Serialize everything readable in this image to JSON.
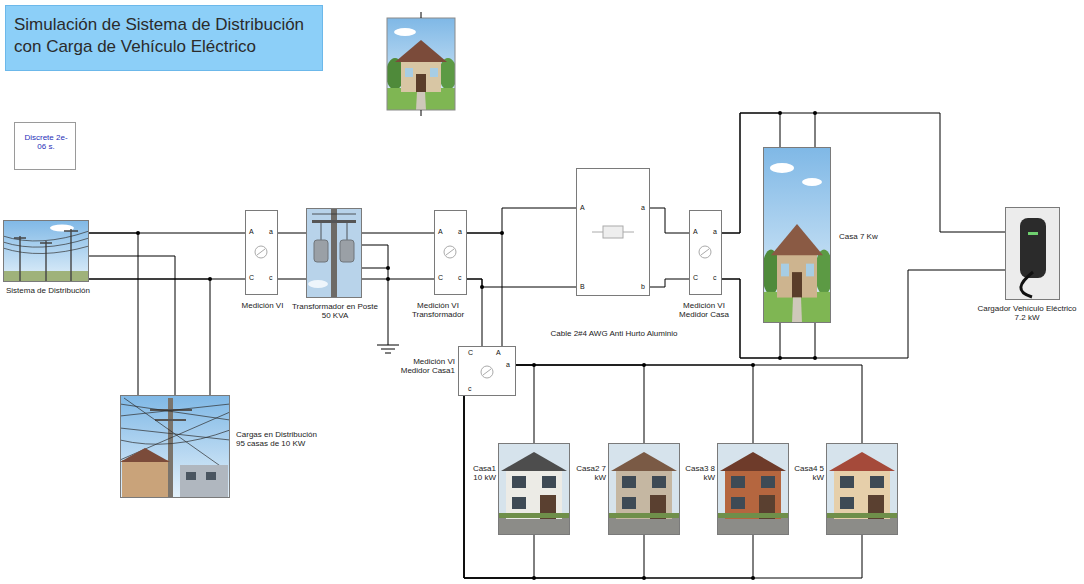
{
  "diagram": {
    "title": "Simulación de Sistema de Distribución con Carga de Vehículo Eléctrico",
    "nodes": [
      {
        "text": [
          "Discrete 2e-06 s."
        ]
      },
      {
        "text": [
          "Sistema de Distribución"
        ]
      },
      {
        "text": [
          "A",
          "C",
          "a",
          "c",
          "Medición VI"
        ]
      },
      {
        "text": [
          "Transformador en Poste 50 KVA"
        ]
      },
      {
        "text": [
          "A",
          "C",
          "a",
          "c",
          "Medición VI Transformador"
        ]
      },
      {
        "text": [
          "A",
          "B",
          "a",
          "b",
          "Cable 2#4 AWG Anti Hurto Aluminio"
        ]
      },
      {
        "text": [
          "A",
          "C",
          "a",
          "c",
          "Medición VI Medidor Casa"
        ]
      },
      {
        "text": [
          "Casa 7 Kw"
        ]
      },
      {
        "text": [
          "Cargador Vehículo Eléctrico 7.2 kW"
        ]
      },
      {
        "text": [
          "Cargas en Distribución 95 casas de 10 KW"
        ]
      },
      {
        "text": [
          "C",
          "A",
          "c",
          "a",
          "Medición VI Medidor Casa1"
        ]
      },
      {
        "text": [
          "Casa1 10 kW"
        ]
      },
      {
        "text": [
          "Casa2 7 kW"
        ]
      },
      {
        "text": [
          "Casa3 8 kW"
        ]
      },
      {
        "text": [
          "Casa4 5 kW"
        ]
      }
    ],
    "edges": [
      {
        "from": 1,
        "to": 2,
        "arrow": "none"
      },
      {
        "from": 1,
        "to": 2,
        "arrow": "none"
      },
      {
        "from": 1,
        "to": 9,
        "arrow": "none"
      },
      {
        "from": 1,
        "to": 9,
        "arrow": "none"
      },
      {
        "from": 1,
        "to": 9,
        "arrow": "none"
      },
      {
        "from": 2,
        "to": 3,
        "arrow": "none"
      },
      {
        "from": 2,
        "to": 3,
        "arrow": "none"
      },
      {
        "from": 3,
        "to": 4,
        "arrow": "none"
      },
      {
        "from": 3,
        "to": 4,
        "arrow": "none"
      },
      {
        "from": 4,
        "to": 5,
        "arrow": "none"
      },
      {
        "from": 4,
        "to": 5,
        "arrow": "none"
      },
      {
        "from": 4,
        "to": 10,
        "arrow": "none"
      },
      {
        "from": 4,
        "to": 10,
        "arrow": "none"
      },
      {
        "from": 5,
        "to": 6,
        "arrow": "none"
      },
      {
        "from": 5,
        "to": 6,
        "arrow": "none"
      },
      {
        "from": 6,
        "to": 7,
        "arrow": "none"
      },
      {
        "from": 6,
        "to": 7,
        "arrow": "none"
      },
      {
        "from": 6,
        "to": 8,
        "arrow": "none"
      },
      {
        "from": 6,
        "to": 8,
        "arrow": "none"
      },
      {
        "from": 10,
        "to": 11,
        "arrow": "none"
      },
      {
        "from": 10,
        "to": 12,
        "arrow": "none"
      },
      {
        "from": 10,
        "to": 13,
        "arrow": "none"
      },
      {
        "from": 10,
        "to": 14,
        "arrow": "none"
      },
      {
        "from": 10,
        "to": 11,
        "arrow": "none"
      },
      {
        "from": 10,
        "to": 12,
        "arrow": "none"
      },
      {
        "from": 10,
        "to": 13,
        "arrow": "none"
      },
      {
        "from": 10,
        "to": 14,
        "arrow": "none"
      }
    ]
  }
}
